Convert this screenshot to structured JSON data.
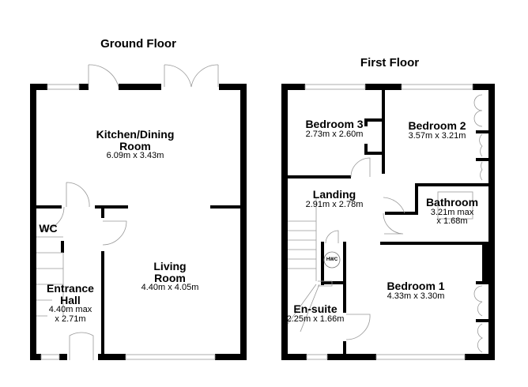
{
  "floors": [
    {
      "title": "Ground Floor",
      "rooms": [
        {
          "name": "Kitchen/Dining Room",
          "name_line1": "Kitchen/Dining",
          "name_line2": "Room",
          "dimensions": "6.09m x 3.43m"
        },
        {
          "name": "WC",
          "name_line1": "WC",
          "dimensions": ""
        },
        {
          "name": "Living Room",
          "name_line1": "Living",
          "name_line2": "Room",
          "dimensions": "4.40m x 4.05m"
        },
        {
          "name": "Entrance Hall",
          "name_line1": "Entrance",
          "name_line2": "Hall",
          "dimensions_line1": "4.40m max",
          "dimensions_line2": "x 2.71m"
        }
      ]
    },
    {
      "title": "First Floor",
      "rooms": [
        {
          "name": "Bedroom 3",
          "name_line1": "Bedroom 3",
          "dimensions": "2.73m x 2.60m"
        },
        {
          "name": "Bedroom 2",
          "name_line1": "Bedroom 2",
          "dimensions": "3.57m x 3.21m"
        },
        {
          "name": "Landing",
          "name_line1": "Landing",
          "dimensions": "2.91m x 2.78m"
        },
        {
          "name": "Bathroom",
          "name_line1": "Bathroom",
          "dimensions_line1": "3.21m max",
          "dimensions_line2": "x 1.68m"
        },
        {
          "name": "Bedroom 1",
          "name_line1": "Bedroom 1",
          "dimensions": "4.33m x 3.30m"
        },
        {
          "name": "En-suite",
          "name_line1": "En-suite",
          "dimensions": "2.25m x 1.66m"
        }
      ],
      "fixtures": {
        "hwc_label": "HWC"
      }
    }
  ],
  "colors": {
    "wall": "#000000",
    "background": "#ffffff",
    "fixture_line": "#999999"
  }
}
